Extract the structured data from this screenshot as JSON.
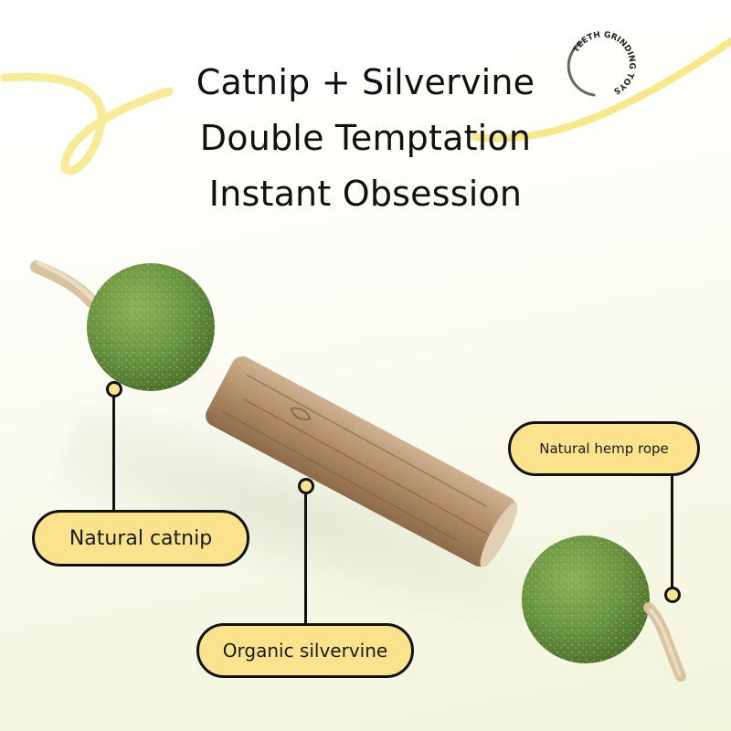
{
  "headline": {
    "line1": "Catnip + Silvervine",
    "line2": "Double Temptation",
    "line3": "Instant Obsession"
  },
  "badge": {
    "text": "TEETH GRINDING TOYS"
  },
  "callouts": [
    {
      "id": "catnip",
      "label": "Natural catnip"
    },
    {
      "id": "silvervine",
      "label": "Organic silvervine"
    },
    {
      "id": "rope",
      "label": "Natural hemp rope"
    }
  ],
  "colors": {
    "pill_fill": "#fbe38d",
    "outline": "#111111",
    "swirl": "#f6e57e",
    "catnip_green": "#6f9a45",
    "wood": "#b08a65"
  }
}
